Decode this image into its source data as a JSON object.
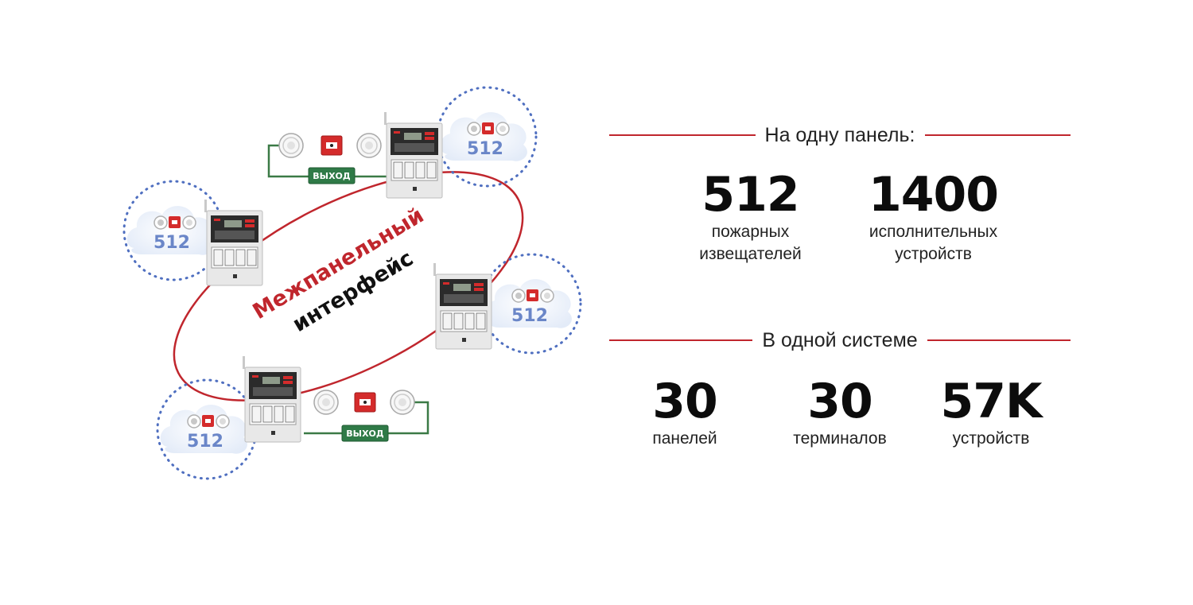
{
  "diagram": {
    "interface_line1": "Межпанельный",
    "interface_line2": "интерфейс",
    "panel_count_label": "512",
    "exit_sign_label": "ВЫХОД"
  },
  "per_panel": {
    "heading": "На одну панель:",
    "stats": [
      {
        "value": "512",
        "line1": "пожарных",
        "line2": "извещателей"
      },
      {
        "value": "1400",
        "line1": "исполнительных",
        "line2": "устройств"
      }
    ]
  },
  "per_system": {
    "heading": "В одной системе",
    "stats": [
      {
        "value": "30",
        "line1": "панелей"
      },
      {
        "value": "30",
        "line1": "терминалов"
      },
      {
        "value": "57K",
        "line1": "устройств"
      }
    ]
  },
  "colors": {
    "accent_red": "#c0262d",
    "cloud_blue": "#6a86c8",
    "exit_green": "#2f7a47",
    "wire_green": "#3b7a46"
  }
}
